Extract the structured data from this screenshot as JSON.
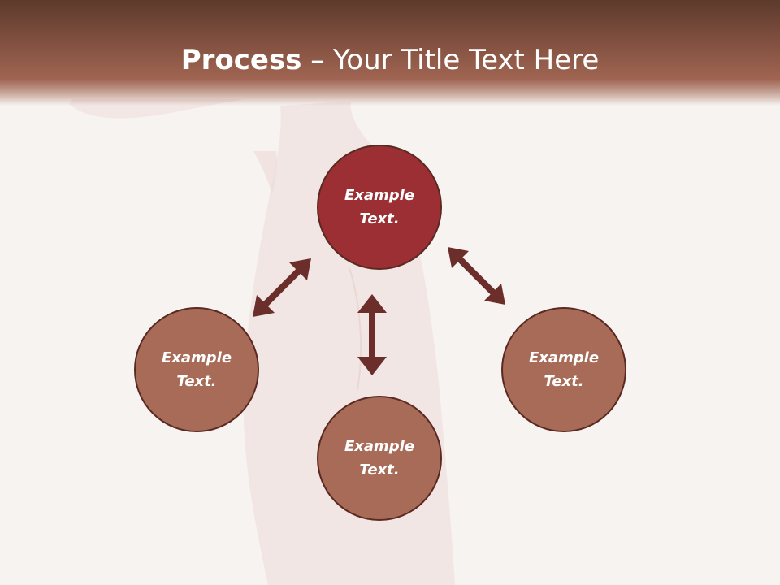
{
  "header": {
    "title_bold": "Process",
    "title_rest": " – Your Title Text Here"
  },
  "diagram": {
    "center_text": "Example Text.",
    "left_text": "Example Text.",
    "bottom_text": "Example Text.",
    "right_text": "Example Text."
  },
  "colors": {
    "header": "#7d4d3d",
    "center_circle": "#9b2f33",
    "side_circle": "#a86b57",
    "arrow": "#6b2e2a",
    "background": "#f7f3f1"
  }
}
